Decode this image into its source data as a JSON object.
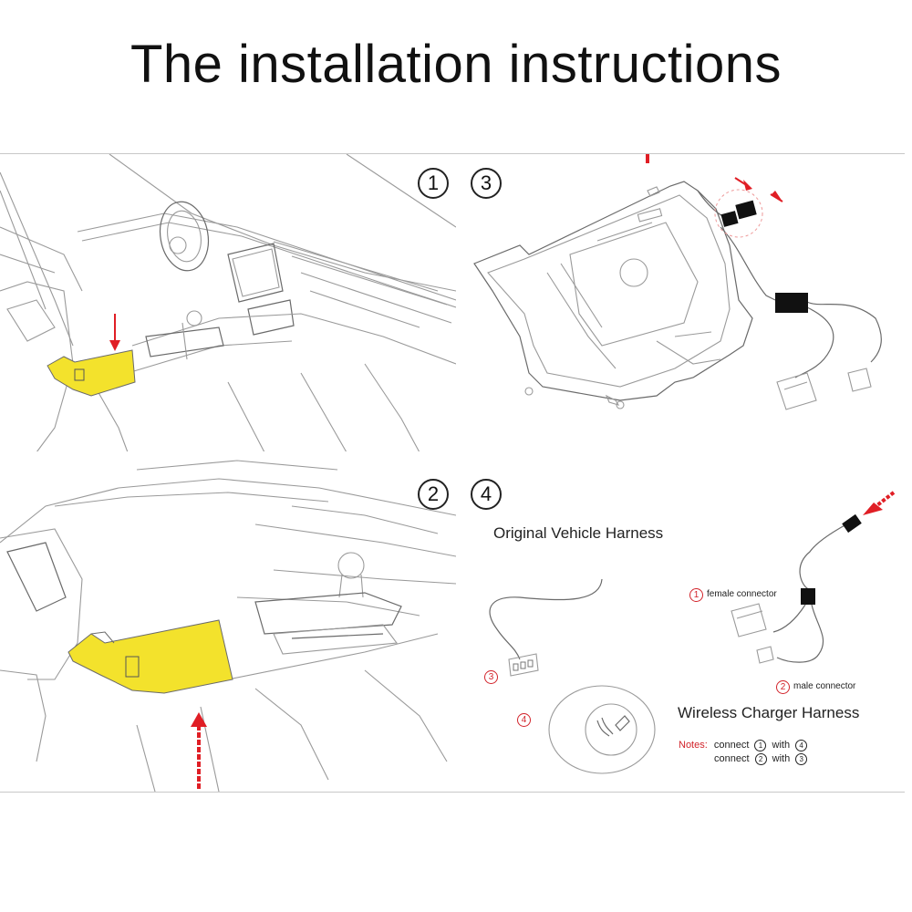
{
  "title": "The installation instructions",
  "steps": {
    "one": "1",
    "two": "2",
    "three": "3",
    "four": "4"
  },
  "harness": {
    "original_label": "Original Vehicle Harness",
    "wireless_label": "Wireless Charger Harness",
    "female_num": "1",
    "female_label": "female connector",
    "male_num": "2",
    "male_label": "male connector",
    "orig_conn_num": "3",
    "socket_num": "4"
  },
  "notes": {
    "label": "Notes:",
    "line1_prefix": "connect",
    "line1_a": "1",
    "line1_mid": "with",
    "line1_b": "4",
    "line2_prefix": "connect",
    "line2_a": "2",
    "line2_mid": "with",
    "line2_b": "3"
  },
  "colors": {
    "highlight": "#f3e22c",
    "arrow": "#e01e25",
    "frame": "#c8c8c8"
  }
}
